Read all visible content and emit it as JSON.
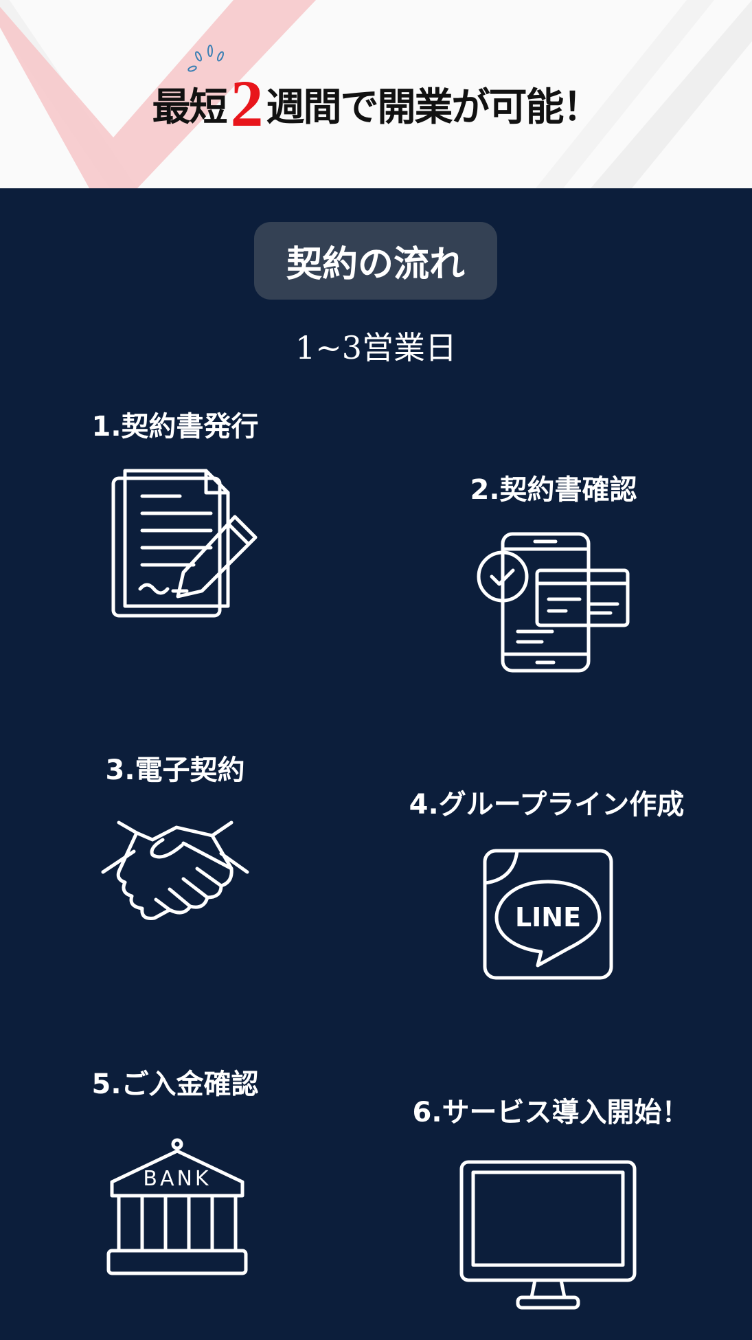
{
  "hero": {
    "prefix": "最短",
    "number": "2",
    "suffix": "週間で開業が可能！"
  },
  "section": {
    "title": "契約の流れ",
    "duration": "1~3営業日"
  },
  "steps": [
    {
      "label": "1.契約書発行",
      "icon": "contract-signing-icon"
    },
    {
      "label": "2.契約書確認",
      "icon": "phone-document-check-icon"
    },
    {
      "label": "3.電子契約",
      "icon": "handshake-icon"
    },
    {
      "label": "4.グループライン作成",
      "icon": "line-app-icon"
    },
    {
      "label": "5.ご入金確認",
      "icon": "bank-icon"
    },
    {
      "label": "6.サービス導入開始！",
      "icon": "monitor-icon"
    }
  ],
  "icon_text": {
    "line": "LINE",
    "bank": "BANK"
  },
  "colors": {
    "navy": "#0c1e3b",
    "pill": "#344154",
    "accent_red": "#e8151b"
  }
}
